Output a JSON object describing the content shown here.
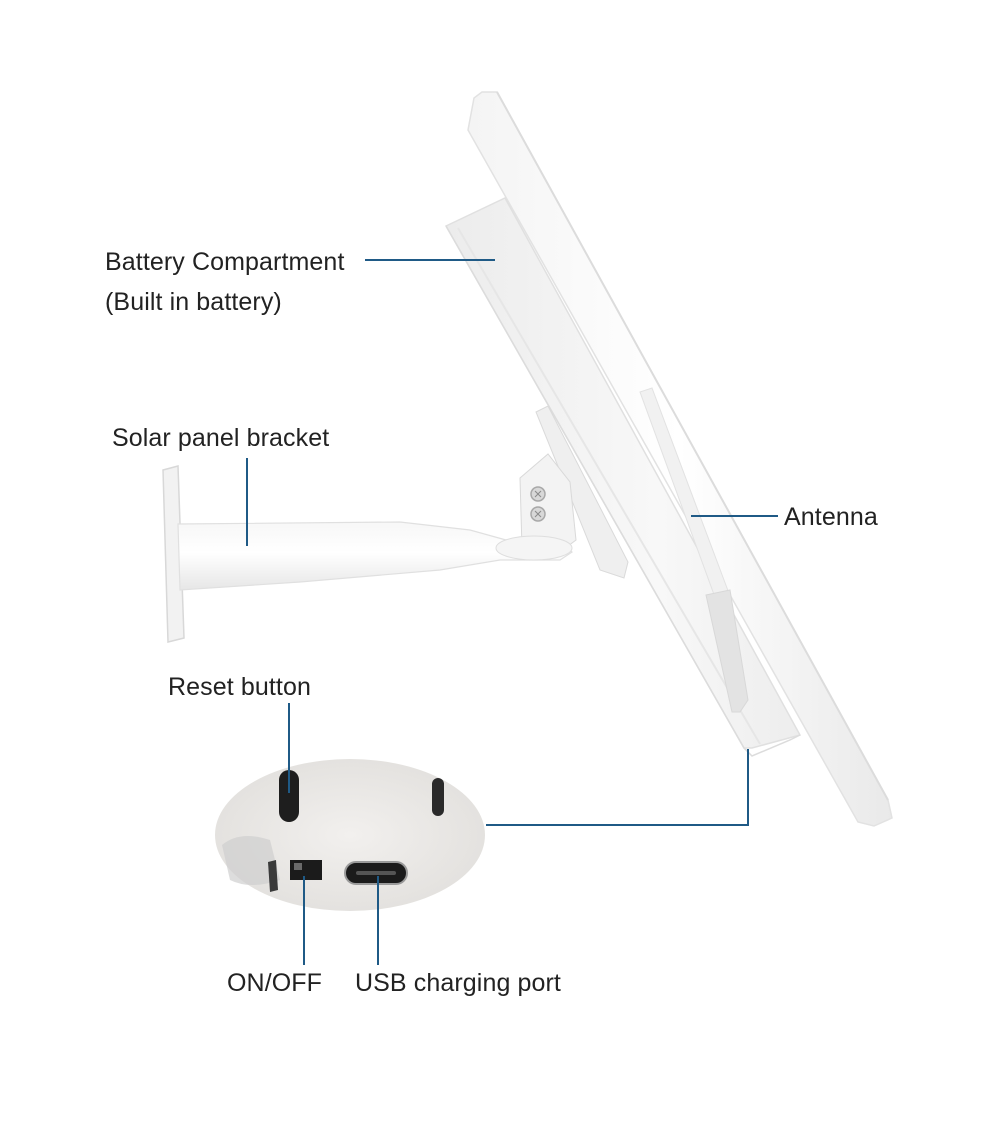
{
  "diagram": {
    "type": "product-callout",
    "subject": "Solar panel with wall bracket, side view",
    "callout_color": "#1f5a86",
    "labels": {
      "battery_title": "Battery Compartment",
      "battery_sub": "(Built in battery)",
      "bracket": "Solar panel bracket",
      "antenna": "Antenna",
      "reset": "Reset button",
      "onoff": "ON/OFF",
      "usb": "USB charging port"
    }
  }
}
